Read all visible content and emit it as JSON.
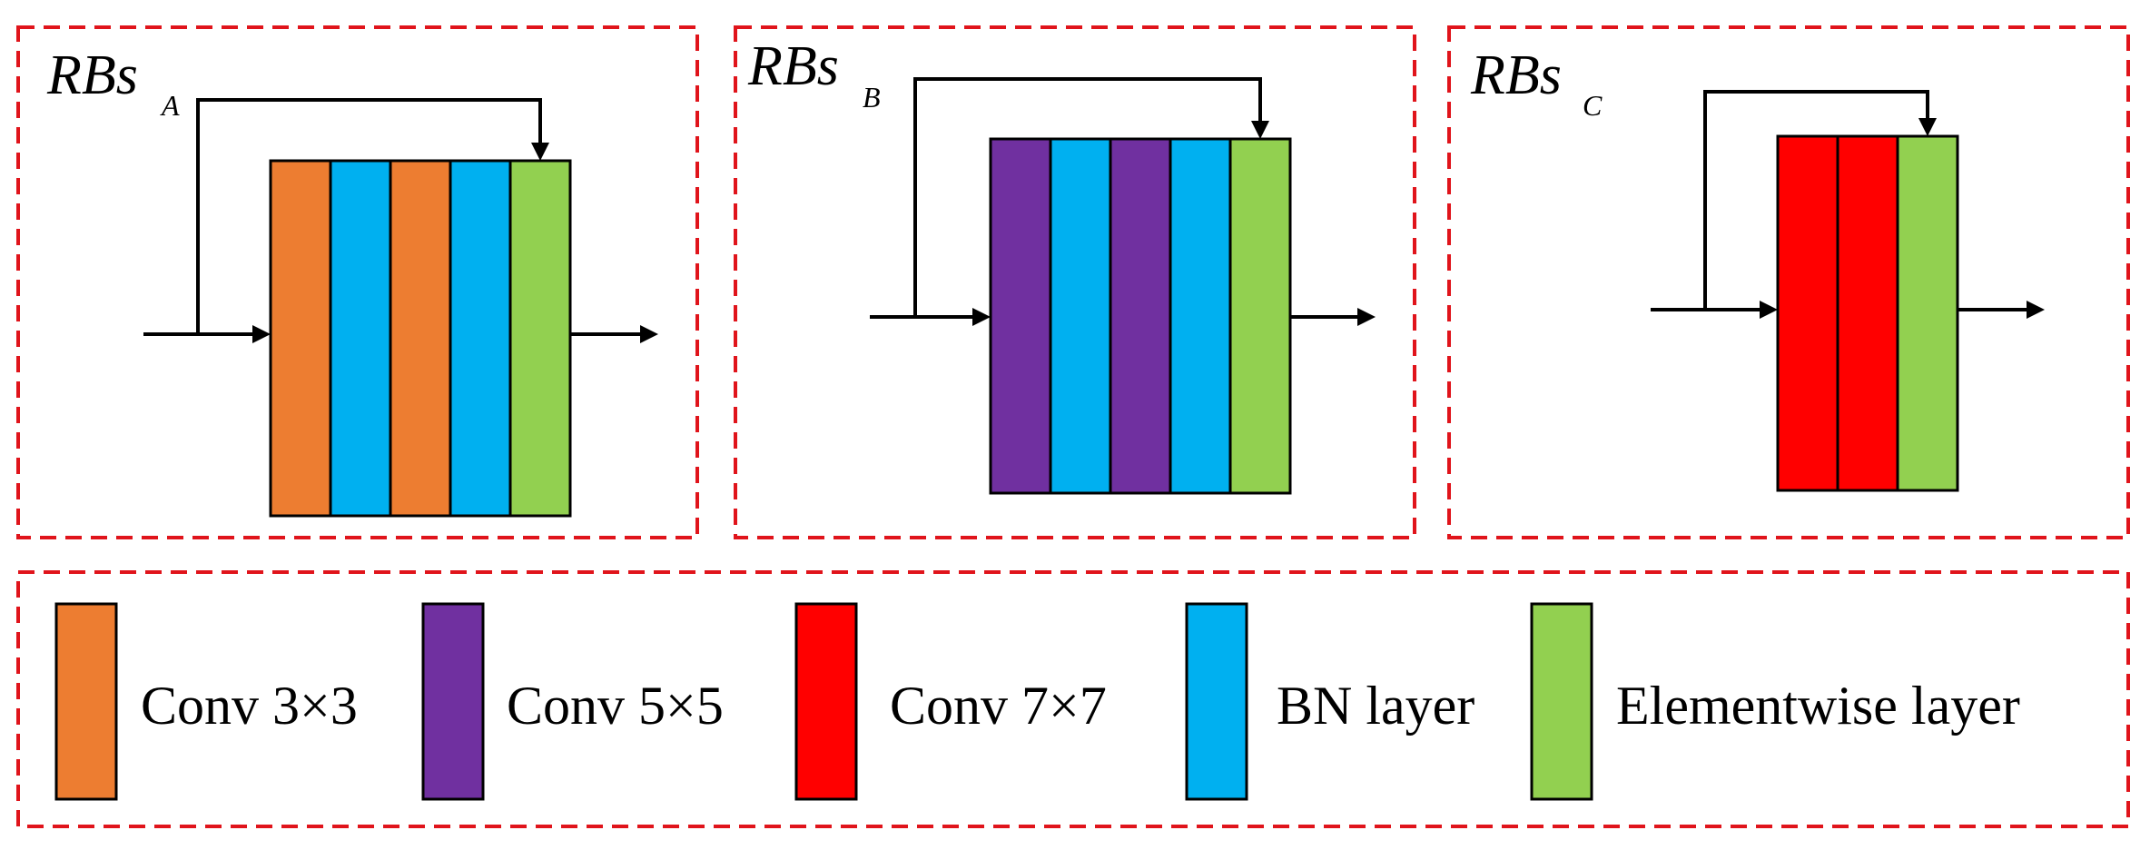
{
  "colors": {
    "conv3x3": "#ED7D31",
    "conv5x5": "#7030A0",
    "conv7x7": "#FF0000",
    "bn": "#00B0F0",
    "elementwise": "#92D050",
    "frame": "#E0141B"
  },
  "blocks": [
    {
      "title": "RBs",
      "subscript": "A",
      "layers": [
        "conv3x3",
        "bn",
        "conv3x3",
        "bn",
        "elementwise"
      ]
    },
    {
      "title": "RBs",
      "subscript": "B",
      "layers": [
        "conv5x5",
        "bn",
        "conv5x5",
        "bn",
        "elementwise"
      ]
    },
    {
      "title": "RBs",
      "subscript": "C",
      "layers": [
        "conv7x7",
        "conv7x7",
        "elementwise"
      ]
    }
  ],
  "legend": [
    {
      "key": "conv3x3",
      "label": "Conv 3×3"
    },
    {
      "key": "conv5x5",
      "label": "Conv 5×5"
    },
    {
      "key": "conv7x7",
      "label": "Conv 7×7"
    },
    {
      "key": "bn",
      "label": "BN layer"
    },
    {
      "key": "elementwise",
      "label": "Elementwise layer"
    }
  ]
}
